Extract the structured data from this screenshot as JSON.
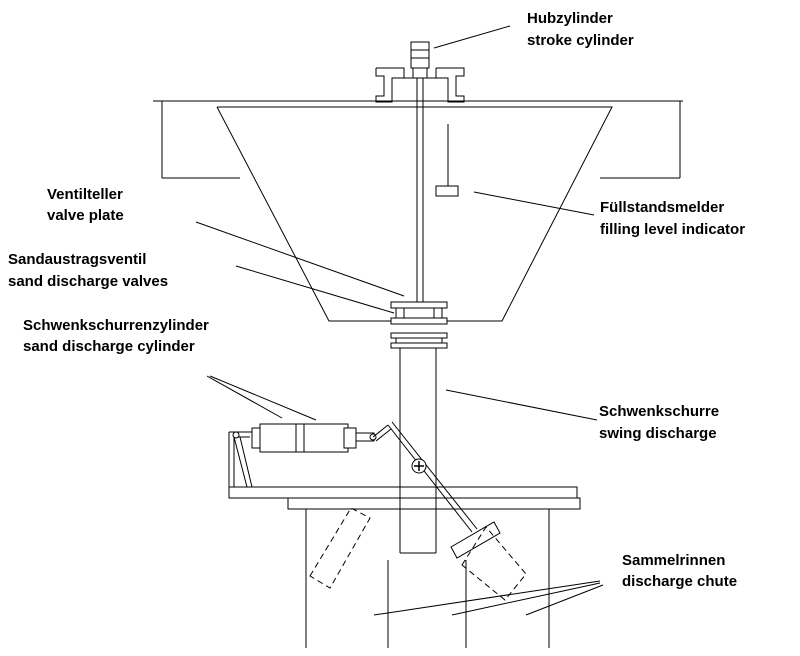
{
  "labels": {
    "stroke_cylinder": {
      "de": "Hubzylinder",
      "en": "stroke cylinder"
    },
    "valve_plate": {
      "de": "Ventilteller",
      "en": "valve plate"
    },
    "sand_discharge_valves": {
      "de": "Sandaustragsventil",
      "en": "sand discharge valves"
    },
    "filling_level_indicator": {
      "de": "Füllstandsmelder",
      "en": "filling level indicator"
    },
    "sand_discharge_cylinder": {
      "de": "Schwenkschurrenzylinder",
      "en": "sand discharge cylinder"
    },
    "swing_discharge": {
      "de": "Schwenkschurre",
      "en": "swing discharge"
    },
    "discharge_chute": {
      "de": "Sammelrinnen",
      "en": "discharge chute"
    }
  },
  "colors": {
    "line": "#000000",
    "background": "#ffffff"
  }
}
